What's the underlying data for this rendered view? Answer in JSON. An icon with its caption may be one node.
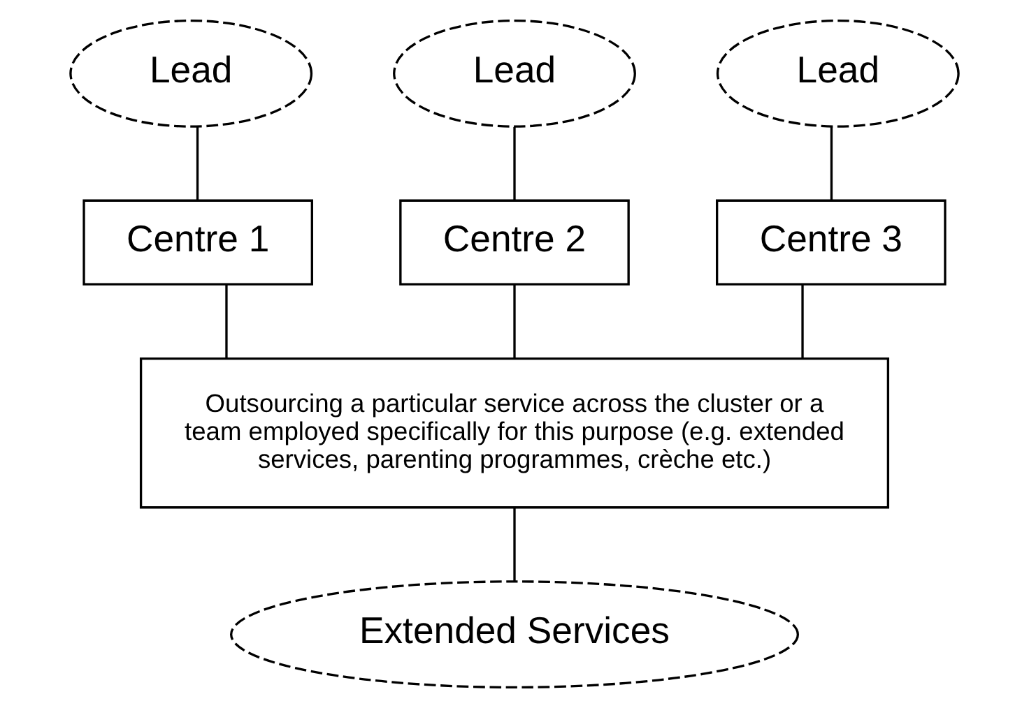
{
  "diagram": {
    "nodes": [
      {
        "text": [
          "Lead"
        ]
      },
      {
        "text": [
          "Lead"
        ]
      },
      {
        "text": [
          "Lead"
        ]
      },
      {
        "text": [
          "Centre 1"
        ]
      },
      {
        "text": [
          "Centre 2"
        ]
      },
      {
        "text": [
          "Centre 3"
        ]
      },
      {
        "text": [
          "Outsourcing a particular service across the cluster or a team employed specifically for this purpose (e.g. extended services, parenting programmes, crèche etc.)"
        ]
      },
      {
        "text": [
          "Extended Services"
        ]
      }
    ],
    "edges": [
      {
        "from": 0,
        "to": 3,
        "arrow": "none"
      },
      {
        "from": 1,
        "to": 4,
        "arrow": "none"
      },
      {
        "from": 2,
        "to": 5,
        "arrow": "none"
      },
      {
        "from": 3,
        "to": 6,
        "arrow": "none"
      },
      {
        "from": 4,
        "to": 6,
        "arrow": "none"
      },
      {
        "from": 5,
        "to": 6,
        "arrow": "none"
      },
      {
        "from": 6,
        "to": 7,
        "arrow": "none"
      }
    ]
  }
}
